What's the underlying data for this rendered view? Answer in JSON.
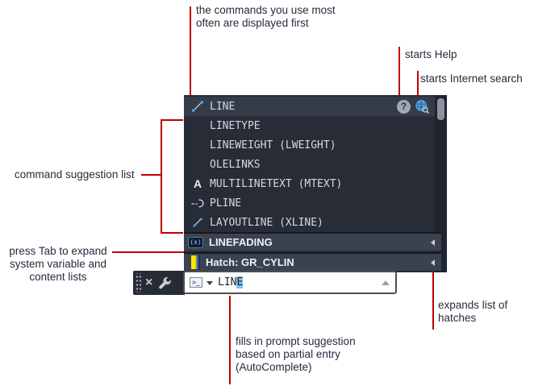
{
  "annotations": {
    "top_note": {
      "line1": "the commands you use most",
      "line2": "often are displayed first"
    },
    "help_note": "starts Help",
    "search_note": "starts Internet search",
    "suggestion_note": "command suggestion list",
    "tab_note": {
      "line1": "press Tab to expand",
      "line2": "system variable and",
      "line3": "content lists"
    },
    "hatch_note": {
      "line1": "expands list of",
      "line2": "hatches"
    },
    "autocomplete_note": {
      "line1": "fills in prompt suggestion",
      "line2": "based on partial entry",
      "line3": "(AutoComplete)"
    }
  },
  "panel": {
    "suggestions": [
      {
        "label": "LINE"
      },
      {
        "label": "LINETYPE"
      },
      {
        "label": "LINEWEIGHT (LWEIGHT)"
      },
      {
        "label": "OLELINKS"
      },
      {
        "label": "MULTILINETEXT (MTEXT)"
      },
      {
        "label": "PLINE"
      },
      {
        "label": "LAYOUTLINE (XLINE)"
      }
    ],
    "system_variable_row": {
      "label": "LINEFADING"
    },
    "hatch_row": {
      "label": "Hatch: GR_CYLIN"
    }
  },
  "command_input": {
    "typed": "LIN",
    "completion": "E"
  },
  "icons": {
    "help_glyph": "?",
    "mtext_glyph": "A",
    "sysvar_glyph": "(x)",
    "close_glyph": "×",
    "prompt_glyph": ">_"
  },
  "colors": {
    "accent_red": "#c00000",
    "panel_bg": "#272c37",
    "selected_row_bg": "#353c49",
    "header_row_bg": "#3a4250",
    "autocomplete_highlight": "#7cc5ee",
    "hatch_yellow": "#ffe600",
    "globe_blue": "#2a7fc0",
    "annotation_text": "#262b3d"
  }
}
